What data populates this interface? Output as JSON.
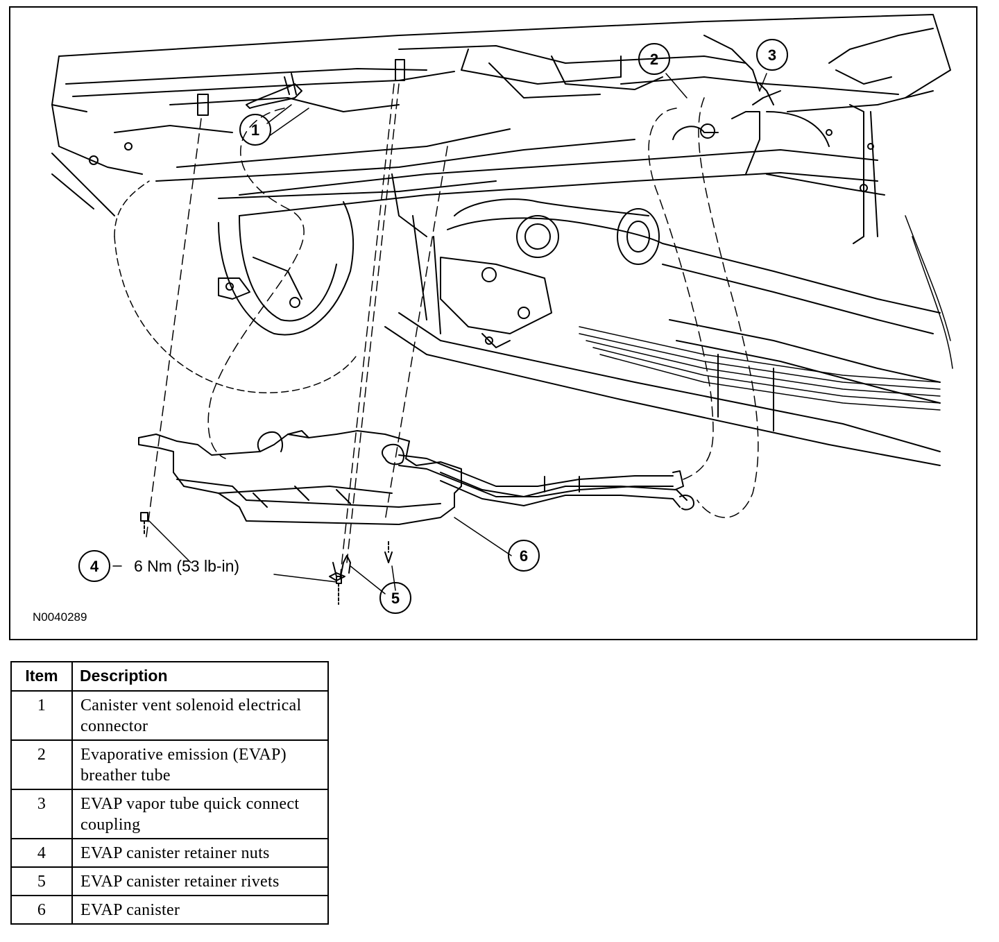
{
  "figure": {
    "figure_id": "N0040289",
    "torque_callout": {
      "item": "4",
      "value": "6 Nm (53 lb-in)"
    },
    "callouts": [
      {
        "label": "1"
      },
      {
        "label": "2"
      },
      {
        "label": "3"
      },
      {
        "label": "5"
      },
      {
        "label": "6"
      }
    ]
  },
  "legend": {
    "headers": {
      "item": "Item",
      "description": "Description"
    },
    "rows": [
      {
        "item": "1",
        "description": "Canister vent solenoid electrical connector"
      },
      {
        "item": "2",
        "description": "Evaporative emission (EVAP) breather tube"
      },
      {
        "item": "3",
        "description": "EVAP vapor tube quick connect coupling"
      },
      {
        "item": "4",
        "description": "EVAP canister retainer nuts"
      },
      {
        "item": "5",
        "description": "EVAP canister retainer rivets"
      },
      {
        "item": "6",
        "description": "EVAP canister"
      }
    ]
  }
}
